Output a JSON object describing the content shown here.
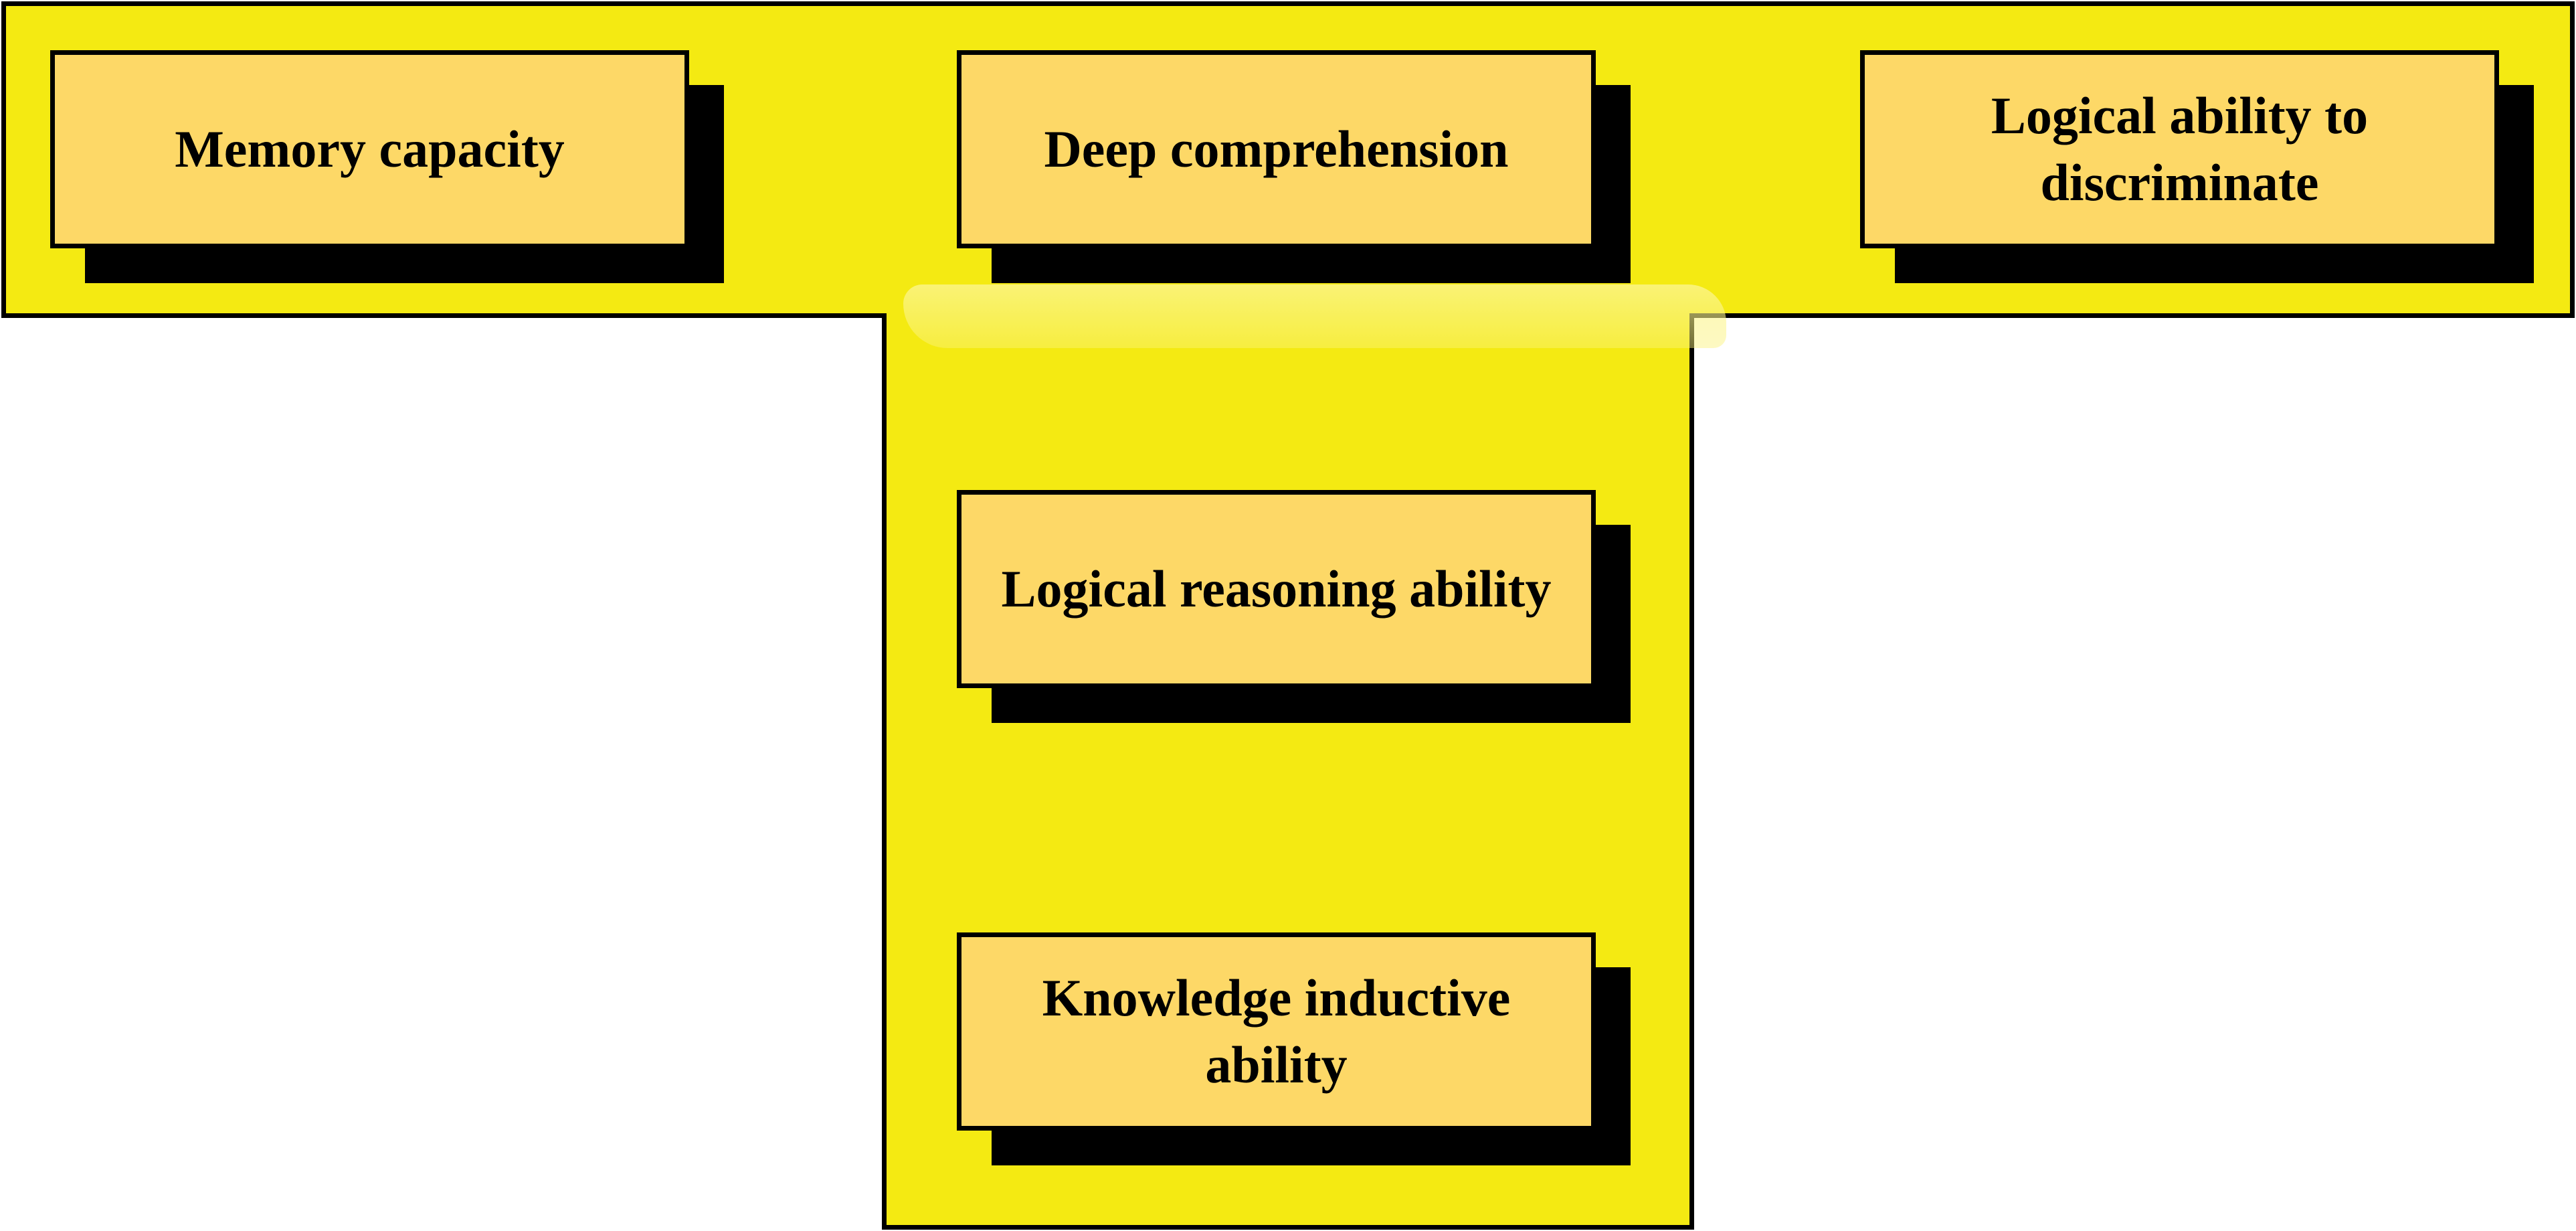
{
  "diagram": {
    "top_row": [
      {
        "id": "memory",
        "label": "Memory capacity"
      },
      {
        "id": "deep",
        "label": "Deep comprehension"
      },
      {
        "id": "logical-discriminate",
        "label": "Logical ability to discriminate"
      }
    ],
    "column": [
      {
        "id": "reasoning",
        "label": "Logical reasoning ability"
      },
      {
        "id": "inductive",
        "label": "Knowledge inductive ability"
      }
    ],
    "colors": {
      "panel_fill": "#f4ea12",
      "box_fill": "#fdd867",
      "outline": "#000000",
      "shadow": "#000000"
    }
  }
}
